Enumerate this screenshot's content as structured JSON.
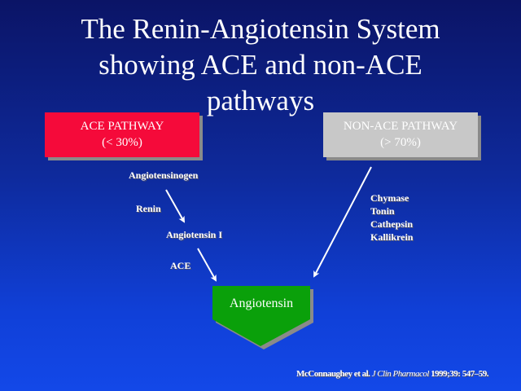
{
  "title": {
    "line1": "The Renin-Angiotensin System",
    "line2": "showing ACE and non-ACE",
    "line3": "pathways"
  },
  "ace_box": {
    "label": "ACE PATHWAY",
    "value": "(< 30%)",
    "color": "#f50a3a"
  },
  "nonace_box": {
    "label": "NON-ACE PATHWAY",
    "value": "(> 70%)",
    "color": "#c8c8c8"
  },
  "ace_steps": {
    "substrate": "Angiotensinogen",
    "enzyme1": "Renin",
    "intermediate": "Angiotensin I",
    "enzyme2": "ACE"
  },
  "nonace_enzymes": [
    "Chymase",
    "Tonin",
    "Cathepsin",
    "Kallikrein"
  ],
  "product": {
    "label": "Angiotensin",
    "color": "#0aa00a"
  },
  "citation": {
    "authors": "McConnaughey et al.",
    "journal": "J Clin Pharmacol",
    "ref": "1999;39: 547–59."
  }
}
